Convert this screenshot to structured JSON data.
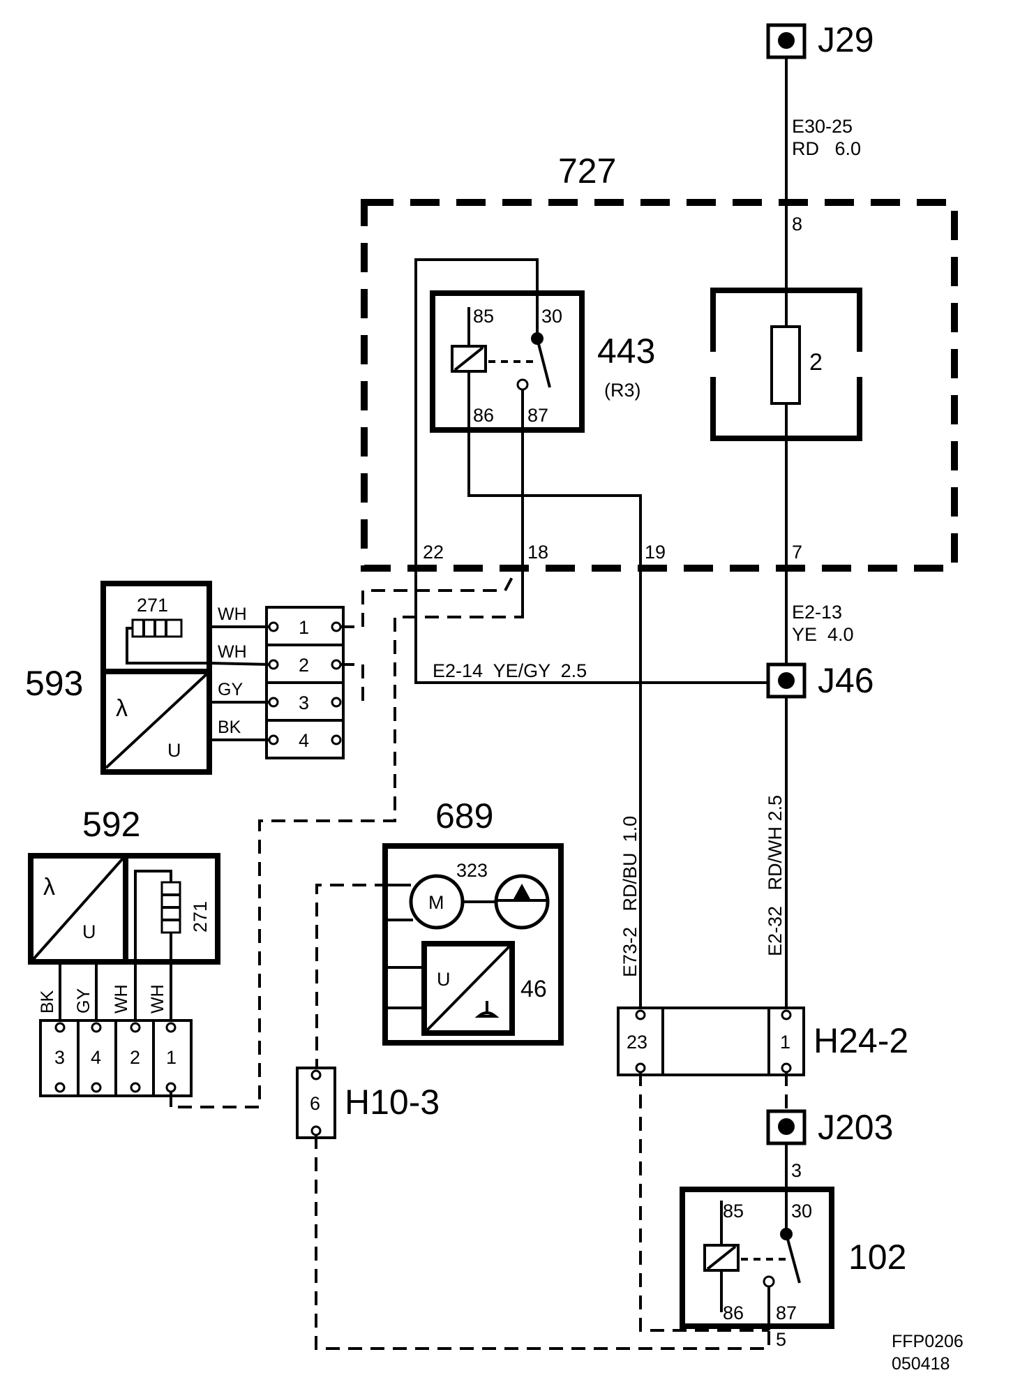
{
  "drawing": {
    "code": "FFP0206",
    "date": "050418"
  },
  "junctions": {
    "j29": "J29",
    "j46": "J46",
    "j203": "J203"
  },
  "components": {
    "fuse_box": {
      "number": "727",
      "fuse_label": "2",
      "pins": {
        "p8": "8",
        "p7": "7",
        "p22": "22",
        "p18": "18",
        "p19": "19"
      }
    },
    "relay_443": {
      "number": "443",
      "sub": "(R3)",
      "pins": {
        "p85": "85",
        "p30": "30",
        "p86": "86",
        "p87": "87"
      }
    },
    "relay_102": {
      "number": "102",
      "pins": {
        "p85": "85",
        "p30": "30",
        "p86": "86",
        "p87": "87",
        "p3": "3",
        "p5": "5"
      }
    },
    "sensor_593": {
      "number": "593",
      "heater": "271",
      "lambda": "λ",
      "u": "U",
      "connector_pins": [
        "1",
        "2",
        "3",
        "4"
      ],
      "wire_colors": [
        "WH",
        "WH",
        "GY",
        "BK"
      ]
    },
    "sensor_592": {
      "number": "592",
      "heater": "271",
      "lambda": "λ",
      "u": "U",
      "connector_pins": [
        "3",
        "4",
        "2",
        "1"
      ],
      "wire_colors": [
        "BK",
        "GY",
        "WH",
        "WH"
      ]
    },
    "fuel_pump_689": {
      "number": "689",
      "pump": "323",
      "motor": "M",
      "sender": "46",
      "u": "U"
    },
    "connector_h10": {
      "name": "H10-3",
      "pin": "6"
    },
    "connector_h24": {
      "name": "H24-2",
      "pin_a": "23",
      "pin_b": "1"
    }
  },
  "wires": {
    "e30_25": {
      "code": "E30-25",
      "spec": "RD   6.0"
    },
    "e2_13": {
      "code": "E2-13",
      "spec": "YE  4.0"
    },
    "e2_14": {
      "label": "E2-14  YE/GY  2.5"
    },
    "e73_2": {
      "label": "E73-2   RD/BU  1.0"
    },
    "e2_32": {
      "label": "E2-32   RD/WH 2.5"
    }
  }
}
